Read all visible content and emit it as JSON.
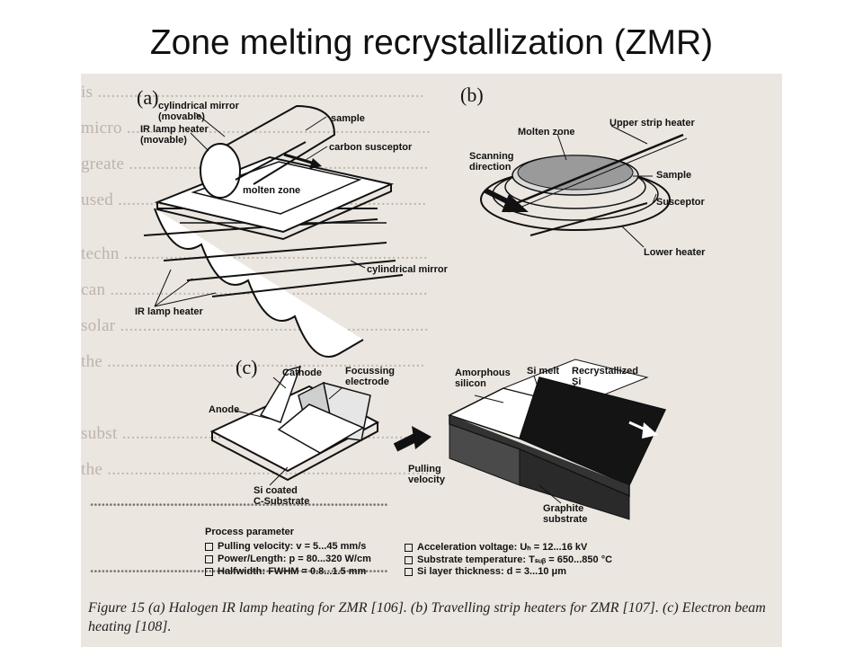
{
  "title": "Zone melting recrystallization (ZMR)",
  "panel_a": {
    "letter": "(a)",
    "labels": {
      "mirror_movable": "cylindrical mirror\n(movable)",
      "lamp_movable": "IR lamp heater\n(movable)",
      "sample": "sample",
      "susceptor": "carbon susceptor",
      "molten_zone": "molten zone",
      "cyl_mirror": "cylindrical mirror",
      "ir_lamp": "IR lamp heater"
    }
  },
  "panel_b": {
    "letter": "(b)",
    "labels": {
      "upper_heater": "Upper strip heater",
      "molten_zone": "Molten zone",
      "scan_dir": "Scanning\ndirection",
      "sample": "Sample",
      "susceptor": "Susceptor",
      "lower_heater": "Lower heater"
    }
  },
  "panel_c": {
    "letter": "(c)",
    "labels": {
      "cathode": "Cathode",
      "focus": "Focussing\nelectrode",
      "anode": "Anode",
      "amorphous": "Amorphous\nsilicon",
      "si_melt": "Si melt",
      "recryst": "Recrystallized\nSi",
      "pulling": "Pulling\nvelocity",
      "si_coated": "Si coated\nC-Substrate",
      "graphite": "Graphite\nsubstrate"
    }
  },
  "process": {
    "heading": "Process parameter",
    "left": [
      "Pulling velocity: v = 5...45 mm/s",
      "Power/Length: p = 80...320 W/cm",
      "Halfwidth: FWHM = 0.8...1.5 mm"
    ],
    "right": [
      "Acceleration voltage: Uₕ = 12...16 kV",
      "Substrate temperature: Tₛᵤᵦ = 650...850 °C",
      "Si layer thickness: d = 3...10 μm"
    ]
  },
  "caption": "Figure 15    (a) Halogen IR lamp heating for ZMR [106]. (b) Travelling strip heaters for ZMR [107]. (c) Electron beam heating [108]."
}
